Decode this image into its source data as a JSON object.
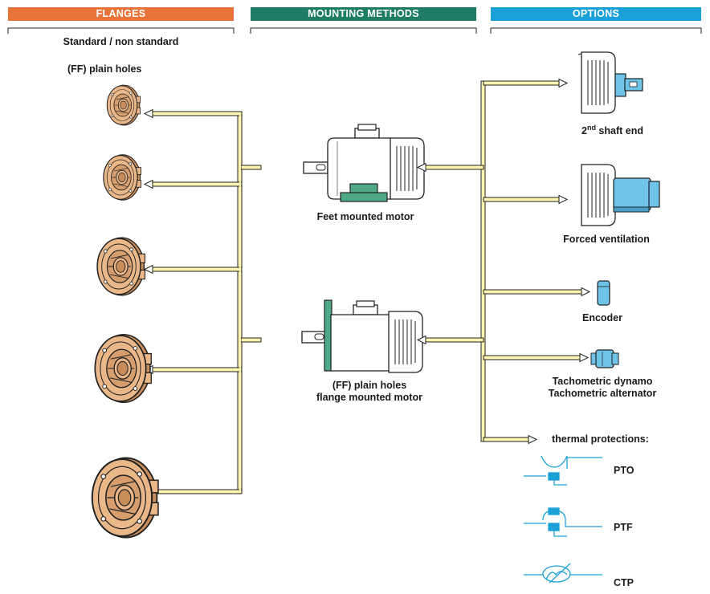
{
  "headers": {
    "flanges": "FLANGES",
    "mounting": "MOUNTING METHODS",
    "options": "OPTIONS"
  },
  "colors": {
    "flanges_header": "#e8743a",
    "mounting_header": "#1e7d64",
    "options_header": "#1ba0d8",
    "connector_fill": "#fff5b0",
    "flange_fill": "#eab788",
    "foot_fill": "#4fa886",
    "option_blue": "#6ec3e8"
  },
  "flanges": {
    "subtitle": "Standard / non standard",
    "type_label": "(FF) plain holes"
  },
  "mounting": {
    "feet_motor": "Feet mounted motor",
    "flange_motor_line1": "(FF) plain holes",
    "flange_motor_line2": "flange mounted motor"
  },
  "options": {
    "shaft_end_main": "2",
    "shaft_end_sup": "nd",
    "shaft_end_rest": " shaft end",
    "forced_ventilation": "Forced ventilation",
    "encoder": "Encoder",
    "tacho_line1": "Tachometric dynamo",
    "tacho_line2": "Tachometric alternator",
    "thermal": "thermal protections:",
    "pto": "PTO",
    "ptf": "PTF",
    "ctp": "CTP"
  }
}
